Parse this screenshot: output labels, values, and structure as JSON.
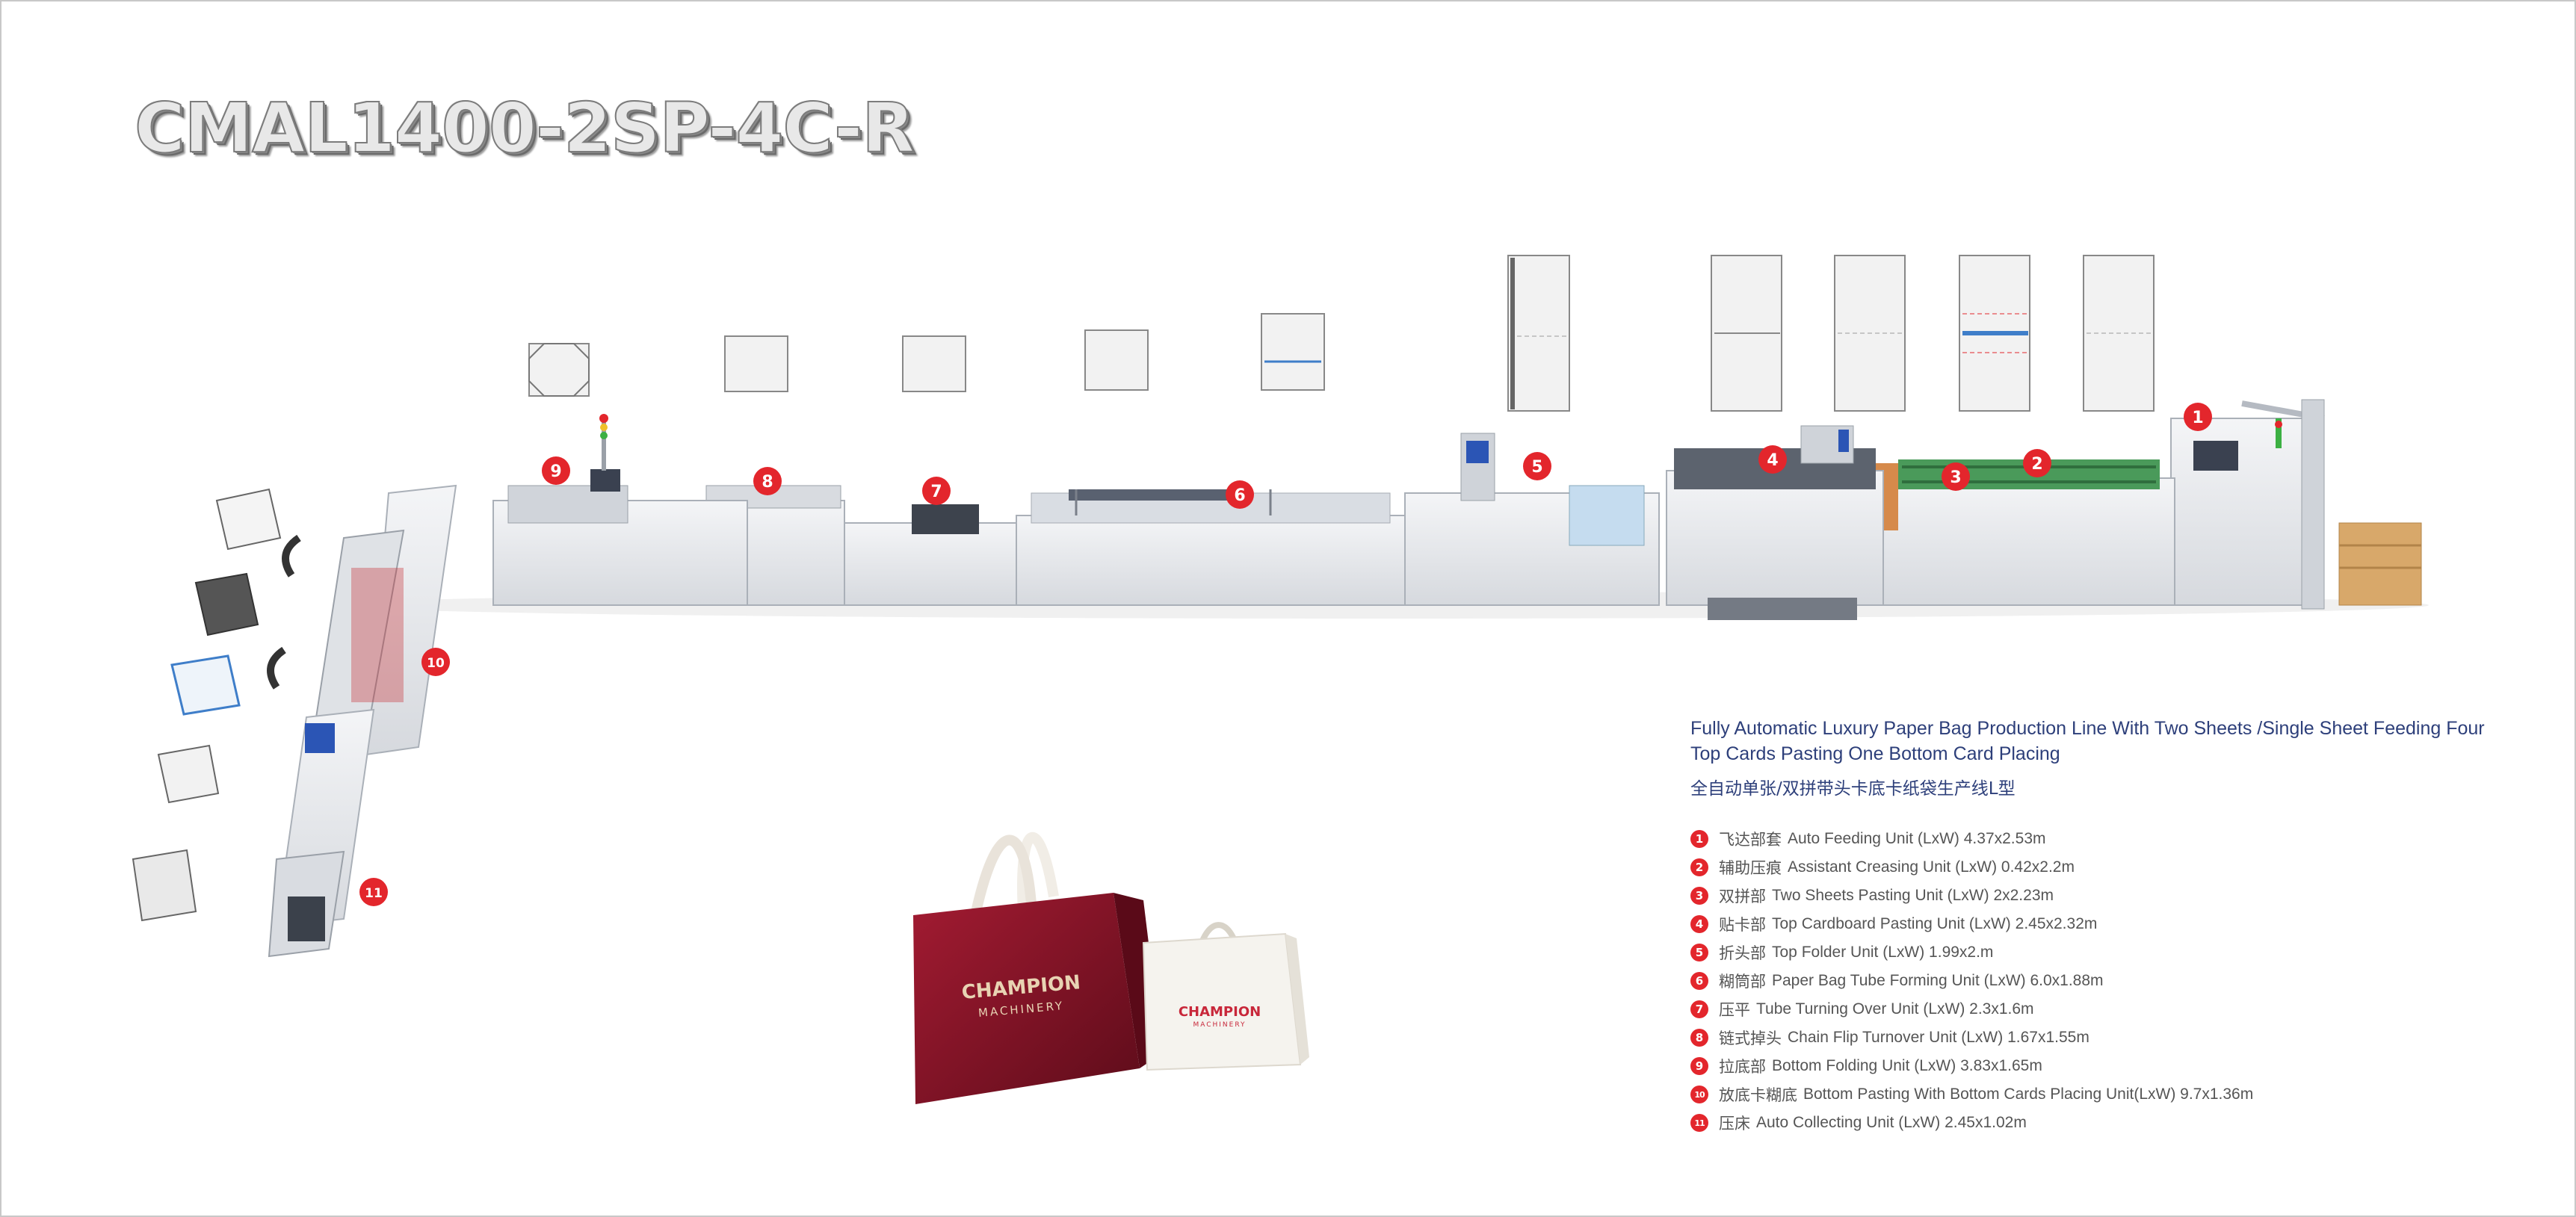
{
  "model_title": "CMAL1400-2SP-4C-R",
  "product_line": {
    "title_en": "Fully Automatic Luxury Paper Bag Production Line With Two Sheets /Single Sheet Feeding Four Top Cards Pasting One Bottom Card Placing",
    "title_cn": "全自动单张/双拼带头卡底卡纸袋生产线L型"
  },
  "units": [
    {
      "num": "1",
      "cn": "飞达部套",
      "en": "Auto Feeding Unit (LxW) 4.37x2.53m"
    },
    {
      "num": "2",
      "cn": "辅助压痕",
      "en": "Assistant Creasing Unit (LxW) 0.42x2.2m"
    },
    {
      "num": "3",
      "cn": "双拼部",
      "en": "Two Sheets Pasting Unit (LxW) 2x2.23m"
    },
    {
      "num": "4",
      "cn": "贴卡部",
      "en": "Top Cardboard Pasting Unit (LxW) 2.45x2.32m"
    },
    {
      "num": "5",
      "cn": "折头部",
      "en": "Top Folder Unit (LxW) 1.99x2.m"
    },
    {
      "num": "6",
      "cn": "糊筒部",
      "en": "Paper Bag Tube Forming Unit (LxW) 6.0x1.88m"
    },
    {
      "num": "7",
      "cn": "压平",
      "en": "Tube Turning Over Unit (LxW) 2.3x1.6m"
    },
    {
      "num": "8",
      "cn": "链式掉头",
      "en": "Chain Flip Turnover Unit (LxW) 1.67x1.55m"
    },
    {
      "num": "9",
      "cn": "拉底部",
      "en": "Bottom Folding Unit (LxW) 3.83x1.65m"
    },
    {
      "num": "10",
      "cn": "放底卡糊底",
      "en": "Bottom Pasting With Bottom Cards Placing Unit(LxW) 9.7x1.36m"
    },
    {
      "num": "11",
      "cn": "压床",
      "en": "Auto Collecting Unit (LxW) 2.45x1.02m"
    }
  ],
  "bag_brands": {
    "red_bag_line1": "CHAMPION",
    "red_bag_line2": "MACHINERY",
    "white_bag_line1": "CHAMPION",
    "white_bag_line2": "MACHINERY"
  },
  "colors": {
    "badge": "#e3262c",
    "legend_title": "#2d3f7a",
    "machine_body": "#e9ebee",
    "bag_red": "#8a1426"
  }
}
